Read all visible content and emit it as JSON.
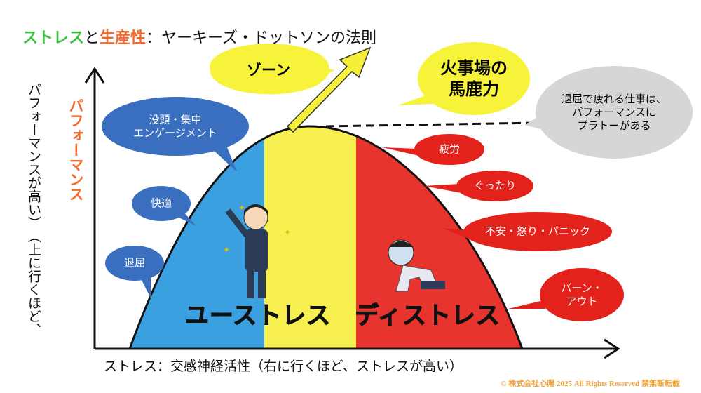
{
  "title": {
    "part1": "ストレス",
    "part2": "と",
    "part3": "生産性",
    "part4": "：ヤーキーズ・ドットソンの法則"
  },
  "y_axis": {
    "label": "パフォーマンス",
    "note_lines": [
      "（上に行くほど、",
      "パフォーマンスが高い）"
    ]
  },
  "x_axis": {
    "label": "ストレス：交感神経活性（右に行くほど、ストレスが高い）"
  },
  "zones": {
    "eustress": "ユーストレス",
    "distress": "ディストレス"
  },
  "bubbles": {
    "zone": "ゾーン",
    "adrenaline": [
      "火事場の",
      "馬鹿力"
    ],
    "plateau": [
      "退屈で疲れる仕事は、",
      "パフォーマンスに",
      "プラトーがある"
    ],
    "engagement": [
      "没頭・集中",
      "エンゲージメント"
    ],
    "comfort": "快適",
    "boredom": "退屈",
    "fatigue": "疲労",
    "exhausted": "ぐったり",
    "anxiety": "不安・怒り・パニック",
    "burnout": [
      "バーン・",
      "アウト"
    ]
  },
  "colors": {
    "blue": "#3aa0e0",
    "yellow": "#f8f050",
    "red": "#e8342e",
    "bubble_blue": "#3a6fc0",
    "bubble_red": "#e3221c",
    "bubble_yellow": "#f7f23a",
    "bubble_gray": "#d6d6d6"
  },
  "copyright": "© 株式会社心陽 2025 All Rights Reserved 禁無断転載"
}
